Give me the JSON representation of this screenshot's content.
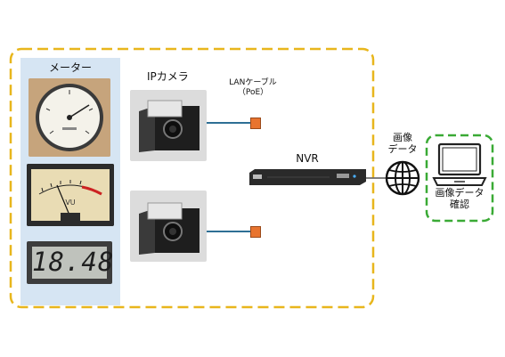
{
  "meters": {
    "title": "メーター",
    "digital_reading": "18.48",
    "analog_unit": "VU"
  },
  "cameras": {
    "title": "IPカメラ",
    "cable_label_line1": "LANケーブル",
    "cable_label_line2": "（PoE）"
  },
  "nvr": {
    "label": "NVR"
  },
  "network": {
    "label_line1": "画像",
    "label_line2": "データ"
  },
  "viewer": {
    "label_line1": "画像データ",
    "label_line2": "確認"
  },
  "colors": {
    "system_boundary": "#e8b61c",
    "viewer_boundary": "#3aaa35",
    "cable": "#2e6f95",
    "connector": "#e8742f",
    "meter_panel": "#d6e5f3"
  }
}
